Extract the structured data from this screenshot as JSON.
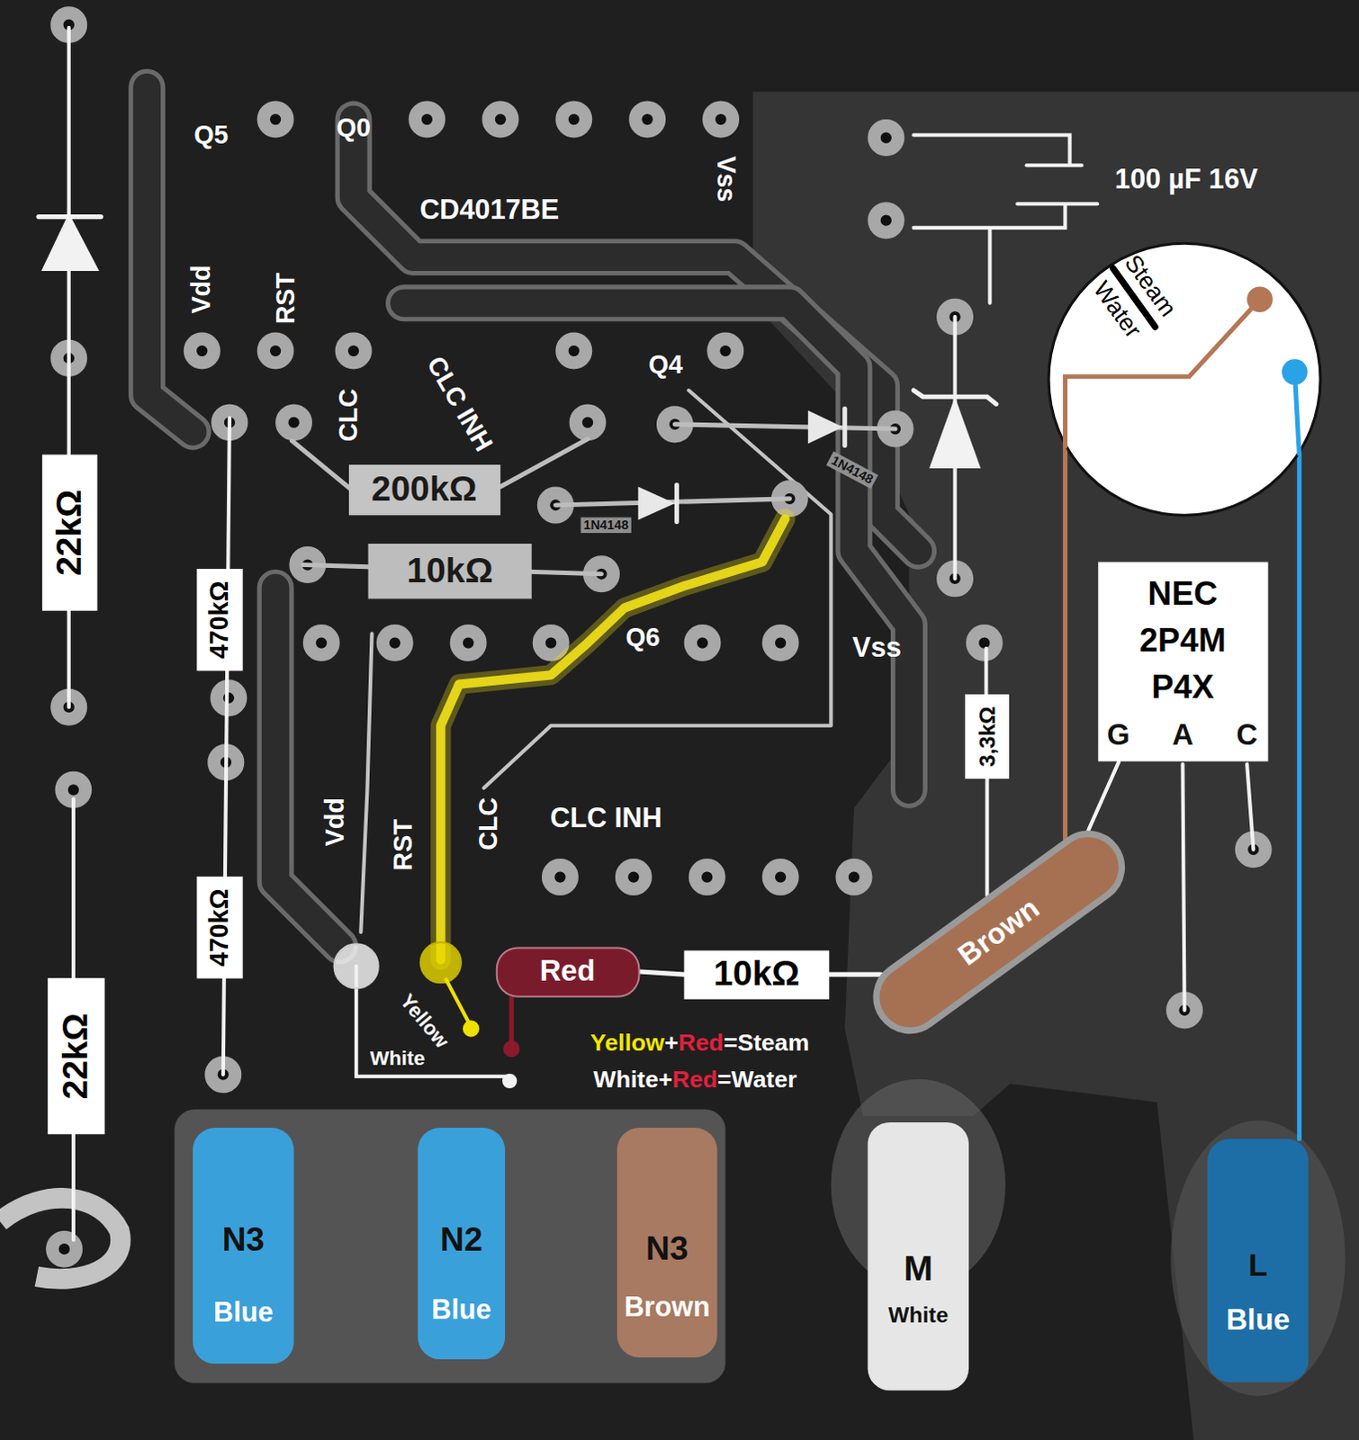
{
  "diagram": {
    "nodes": [
      {
        "text": [
          "Steam",
          "Water"
        ]
      },
      {
        "text": [
          "22kΩ"
        ]
      },
      {
        "text": [
          "200kΩ"
        ]
      },
      {
        "text": [
          "10kΩ"
        ]
      },
      {
        "text": [
          "NEC 2P4M P4X"
        ]
      },
      {
        "text": [
          "470kΩ"
        ]
      },
      {
        "text": [
          "3,3kΩ"
        ]
      },
      {
        "text": [
          "Brown"
        ]
      },
      {
        "text": [
          "470kΩ"
        ]
      },
      {
        "text": [
          "Red"
        ]
      },
      {
        "text": [
          "10kΩ"
        ]
      },
      {
        "text": [
          "22kΩ"
        ]
      },
      {
        "text": [
          "N3",
          "Blue"
        ]
      },
      {
        "text": [
          "N2",
          "Blue"
        ]
      },
      {
        "text": [
          "N3",
          "Brown"
        ]
      },
      {
        "text": [
          "M",
          "White"
        ]
      },
      {
        "text": [
          "L",
          "Blue"
        ]
      }
    ],
    "edges": [
      {
        "from": 0,
        "to": 7,
        "arrow": "none"
      },
      {
        "from": 0,
        "to": 16,
        "arrow": "none"
      },
      {
        "from": 9,
        "to": 10,
        "arrow": "none"
      },
      {
        "from": 10,
        "to": 7,
        "arrow": "none"
      },
      {
        "from": 4,
        "to": 7,
        "arrow": "none"
      },
      {
        "from": 6,
        "to": 7,
        "arrow": "none"
      }
    ],
    "labels": [
      "Q5",
      "Q0",
      "CD4017BE",
      "Vss",
      "100 µF 16V",
      "Vdd",
      "RST",
      "CLC",
      "CLC INH",
      "Q4",
      "1N4148",
      "1N4148",
      "Q6",
      "Vss",
      "Vdd",
      "RST",
      "CLC",
      "CLC INH",
      "G",
      "A",
      "C",
      "Yellow",
      "White",
      "Yellow+Red=Steam",
      "White+Red=Water"
    ]
  }
}
